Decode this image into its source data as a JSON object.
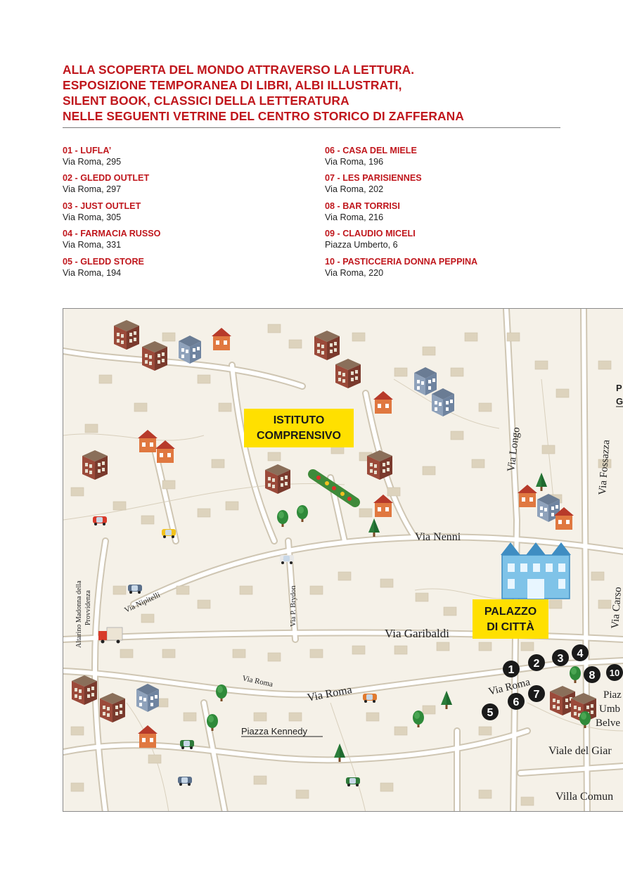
{
  "heading": {
    "lines": [
      "ALLA SCOPERTA DEL MONDO ATTRAVERSO LA LETTURA.",
      "ESPOSIZIONE TEMPORANEA DI LIBRI, ALBI ILLUSTRATI,",
      "SILENT BOOK, CLASSICI DELLA LETTERATURA",
      "NELLE SEGUENTI VETRINE DEL CENTRO STORICO DI ZAFFERANA"
    ]
  },
  "shops": [
    {
      "name": "01 - LUFLA’",
      "address": "Via Roma, 295"
    },
    {
      "name": "02 - GLEDD OUTLET",
      "address": "Via Roma, 297"
    },
    {
      "name": "03 - JUST OUTLET",
      "address": "Via Roma, 305"
    },
    {
      "name": "04 - FARMACIA RUSSO",
      "address": "Via Roma, 331"
    },
    {
      "name": "05 - GLEDD STORE",
      "address": "Via Roma, 194"
    },
    {
      "name": "06 - CASA DEL MIELE",
      "address": "Via Roma, 196"
    },
    {
      "name": "07 - LES PARISIENNES",
      "address": "Via Roma, 202"
    },
    {
      "name": "08 - BAR TORRISI",
      "address": "Via Roma, 216"
    },
    {
      "name": "09 - CLAUDIO MICELI",
      "address": "Piazza Umberto, 6"
    },
    {
      "name": "10 - PASTICCERIA DONNA PEPPINA",
      "address": "Via Roma, 220"
    }
  ],
  "map": {
    "landmarks": {
      "istituto": [
        "ISTITUTO",
        "COMPRENSIVO"
      ],
      "palazzo": [
        "PALAZZO",
        "DI CITTÀ"
      ]
    },
    "streets": {
      "via_nenni": "Via Nenni",
      "via_garibaldi": "Via Garibaldi",
      "via_roma_main": "Via Roma",
      "via_roma_small": "Via Roma",
      "via_roma_center": "Via Roma",
      "via_longo": "Via Longo",
      "via_fossazza": "Via Fossazza",
      "via_carso": "Via Carso",
      "via_nipitelli": "Via Nipitelli",
      "via_brydon": "Via P. Brydon",
      "altarino_1": "Altarino Madonna della",
      "altarino_2": "Provvidenza",
      "piazza_kennedy": "Piazza Kennedy",
      "piazza_umberto_1": "Piaz",
      "piazza_umberto_2": "Umb",
      "piazza_umberto_3": "Belve",
      "viale_giardino": "Viale del Giar",
      "villa_comunale": "Villa Comun",
      "partial_top_1": "P",
      "partial_top_2": "G"
    },
    "markers": [
      "1",
      "2",
      "3",
      "4",
      "5",
      "6",
      "7",
      "8",
      "10"
    ]
  },
  "colors": {
    "accent_red": "#c0171d",
    "label_yellow": "#ffe000",
    "block_beige": "#ddd3bd",
    "marker_black": "#1a1a1a"
  }
}
